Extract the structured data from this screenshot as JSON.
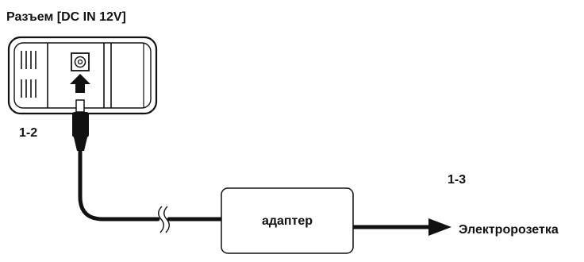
{
  "connector_label": "Разъем [DC IN 12V]",
  "steps": {
    "plug_in": "1-2",
    "outlet_step": "1-3"
  },
  "adapter_label": "адаптер",
  "outlet_label": "Электророзетка",
  "colors": {
    "line": "#111111",
    "background": "#ffffff",
    "device_fill": "#ffffff"
  }
}
